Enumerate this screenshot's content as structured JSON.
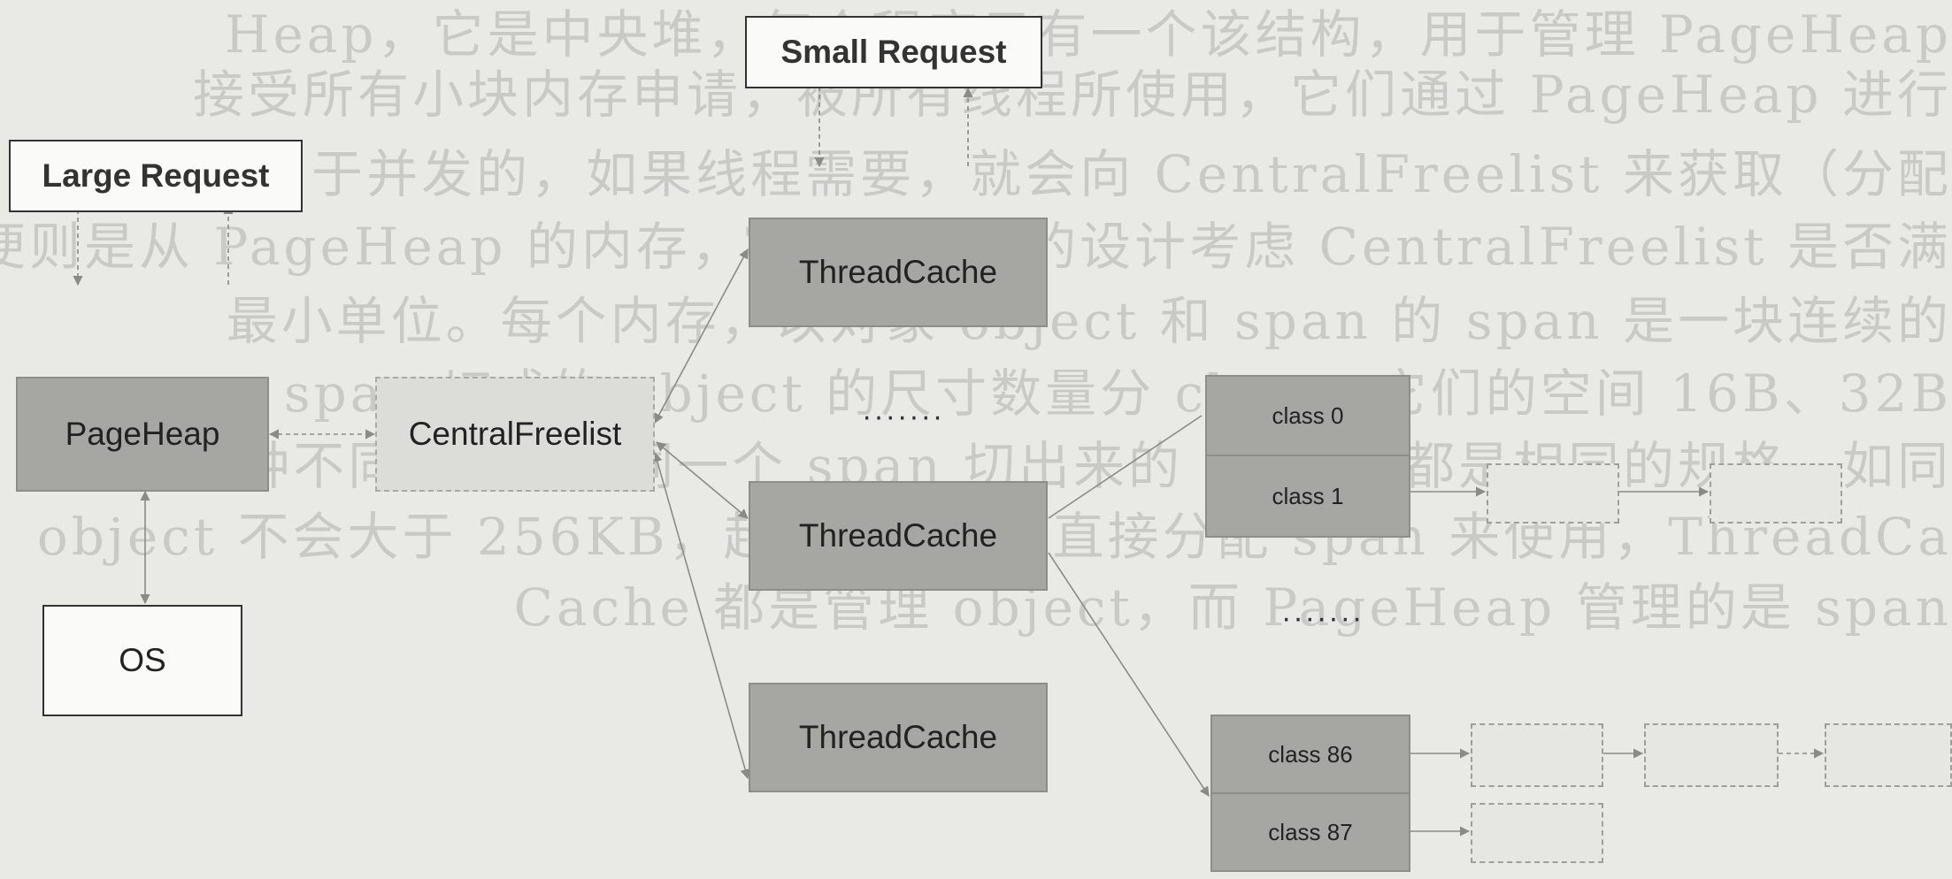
{
  "nodes": {
    "large_request": "Large Request",
    "small_request": "Small Request",
    "page_heap": "PageHeap",
    "central_freelist": "CentralFreelist",
    "os": "OS",
    "thread_cache_top": "ThreadCache",
    "thread_cache_mid": "ThreadCache",
    "thread_cache_bottom": "ThreadCache",
    "ellipsis_caches": "·······",
    "ellipsis_classes": "·······",
    "class_0": "class 0",
    "class_1": "class 1",
    "class_86": "class 86",
    "class_87": "class 87"
  },
  "background_text_lines": [
    "Heap，它是中央堆，每个程序只有一个该结构，用于管理 PageHeap",
    "接受所有小块内存申请，被所有线程所使用，它们通过 PageHeap 进行",
    "[文。由于并发的，如果线程需要，就会向 CentralFreelist 来获取（分配",
    "便则是从 PageHeap 的内存，Tcmalloc 的设计考虑 CentralFreelist 是否满",
    "最小单位。每个内存，以对象 object 和 span 的 span 是一块连续的",
    "span 切成的 object 的尺寸数量分 class，它们的空间 16B、32B",
    "88 种不同的规格，同一个 span 切出来的 object 都是相同的规格，如同",
    "object 不会大于 256KB，超大的内存将直接分配 span 来使用，ThreadCa",
    "Cache 都是管理 object，而 PageHeap 管理的是 span"
  ],
  "colors": {
    "dark_box": "#a6a6a3",
    "light_box": "#dcdcd8",
    "white_box": "#fafaf8",
    "arrow": "#8a8a87"
  }
}
